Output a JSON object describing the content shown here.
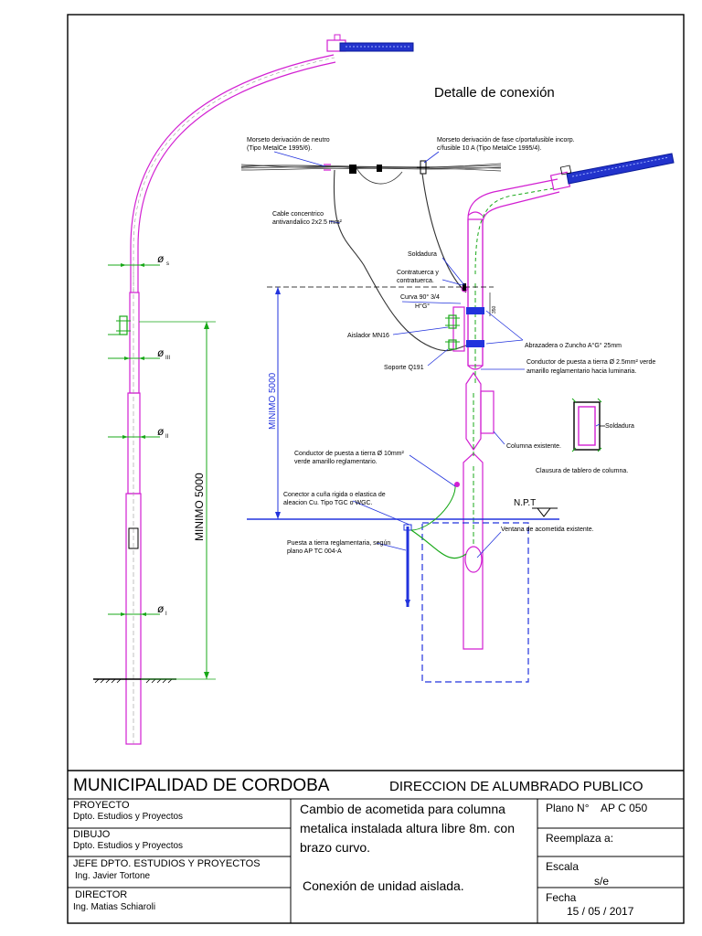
{
  "drawing": {
    "detail_title": "Detalle de conexión",
    "labels": {
      "diam_s": "s",
      "diam_iii": "III",
      "diam_ii": "II",
      "diam_i": "I",
      "minimo_left": "MINIMO  5000",
      "minimo_center": "MINIMO 5000",
      "morseto_neutro_1": "Morseto derivación de neutro",
      "morseto_neutro_2": "(Tipo MetalCe 1995/6).",
      "morseto_fase_1": "Morseto derivación de fase c/portafusible incorp.",
      "morseto_fase_2": "c/fusible 10 A (Tipo MetalCe 1995/4).",
      "cable_1": "Cable concentrico",
      "cable_2": "antivandalico 2x2.5 mm²",
      "soldadura": "Soldadura",
      "contratuerca_1": "Contratuerca y",
      "contratuerca_2": "contratuerca.",
      "curva_1": "Curva 90° 3/4",
      "curva_2": "H°G°",
      "aislador": "Aislador MN16",
      "soporte": "Soporte Q191",
      "abrazadera": "Abrazadera o Zuncho A°G° 25mm",
      "conductor_25_1": "Conductor de puesta a tierra Ø 2.5mm² verde",
      "conductor_25_2": "amarillo reglamentario hacia luminaria.",
      "columna_existente": "Columna existente.",
      "soldadura_2": "Soldadura",
      "clausura": "Clausura de tablero de columna.",
      "conductor_10_1": "Conductor de puesta a tierra Ø 10mm²",
      "conductor_10_2": "verde amarillo reglamentario.",
      "conector_1": "Conector a cuña rigida o elastica  de",
      "conector_2": "aleacion Cu. Tipo TGC o WGC.",
      "npt": "N.P.T",
      "puesta_1": "Puesta a tierra reglamentaria, según",
      "puesta_2": "plano AP TC 004-A",
      "ventana": "Ventana de acometida existente.",
      "dim_small": "350"
    }
  },
  "title_block": {
    "org": "MUNICIPALIDAD DE CORDOBA",
    "dept": "DIRECCION DE ALUMBRADO PUBLICO",
    "proyecto_label": "PROYECTO",
    "proyecto_value": "Dpto. Estudios y Proyectos",
    "dibujo_label": "DIBUJO",
    "dibujo_value": "Dpto. Estudios y Proyectos",
    "jefe_label": "JEFE DPTO. ESTUDIOS Y PROYECTOS",
    "jefe_value": "Ing. Javier Tortone",
    "director_label": "DIRECTOR",
    "director_value": "Ing. Matias Schiaroli",
    "description_1": "Cambio de acometida para columna",
    "description_2": "metalica instalada altura libre 8m. con",
    "description_3": "brazo curvo.",
    "subtitle": "Conexión de unidad aislada.",
    "plano_label": "Plano N°",
    "plano_value": "AP C 050",
    "reemplaza_label": "Reemplaza a:",
    "escala_label": "Escala",
    "escala_value": "s/e",
    "fecha_label": "Fecha",
    "fecha_value": "15 / 05 / 2017"
  }
}
